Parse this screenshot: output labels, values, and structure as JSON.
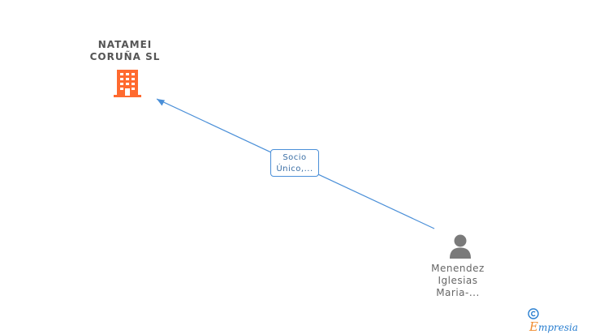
{
  "company": {
    "name_line1": "NATAMEI",
    "name_line2": "CORUÑA SL",
    "icon": "building-icon",
    "icon_color": "#ff6a2f"
  },
  "relation": {
    "label_line1": "Socio",
    "label_line2": "Único,...",
    "line_color": "#4a8fd8"
  },
  "person": {
    "name_line1": "Menendez",
    "name_line2": "Iglesias",
    "name_line3": "Maria-...",
    "icon": "person-icon",
    "icon_color": "#7a7a7a"
  },
  "watermark": {
    "symbol": "©",
    "brand_first": "E",
    "brand_rest": "mpresia"
  }
}
